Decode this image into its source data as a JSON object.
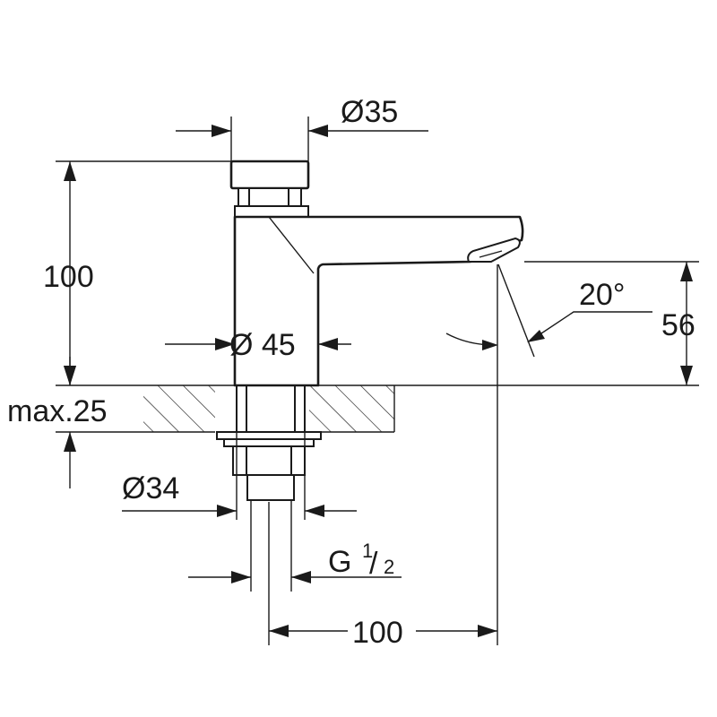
{
  "dimensions": {
    "top_button_diameter": "Ø35",
    "total_height": "100",
    "body_diameter": "Ø 45",
    "spout_angle": "20°",
    "spout_height": "56",
    "max_mounting_thickness": "max.25",
    "mounting_hole_diameter": "Ø34",
    "thread_size_prefix": "G",
    "thread_numerator": "1",
    "thread_denominator": "2",
    "projection": "100"
  }
}
